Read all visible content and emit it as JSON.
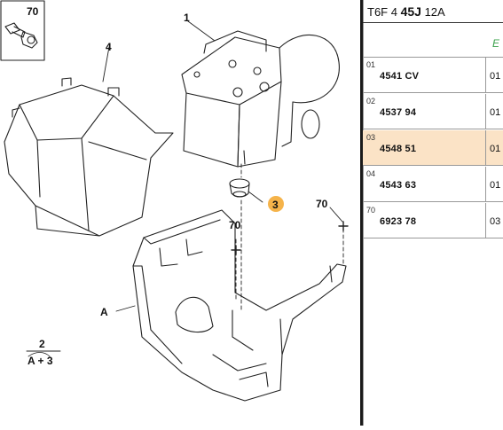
{
  "diagram": {
    "callouts": {
      "c70_topleft": "70",
      "c1": "1",
      "c4": "4",
      "c3": "3",
      "c70_right": "70",
      "c70_mid": "70",
      "cA": "A",
      "c2": "2",
      "cA3": "A + 3"
    }
  },
  "panel": {
    "header_prefix": "T6F 4",
    "header_bold": "45J",
    "header_suffix": "12A",
    "accent_letter": "E",
    "rows": [
      {
        "index": "01",
        "ref": "4541 CV",
        "qty": "01",
        "selected": false
      },
      {
        "index": "02",
        "ref": "4537 94",
        "qty": "01",
        "selected": false
      },
      {
        "index": "03",
        "ref": "4548 51",
        "qty": "01",
        "selected": true
      },
      {
        "index": "04",
        "ref": "4543 63",
        "qty": "01",
        "selected": false
      },
      {
        "index": "70",
        "ref": "6923 78",
        "qty": "03",
        "selected": false
      }
    ]
  },
  "colors": {
    "selected_row": "#fbe3c6",
    "highlight_callout": "#f5b34a",
    "accent": "#3aa04a"
  }
}
